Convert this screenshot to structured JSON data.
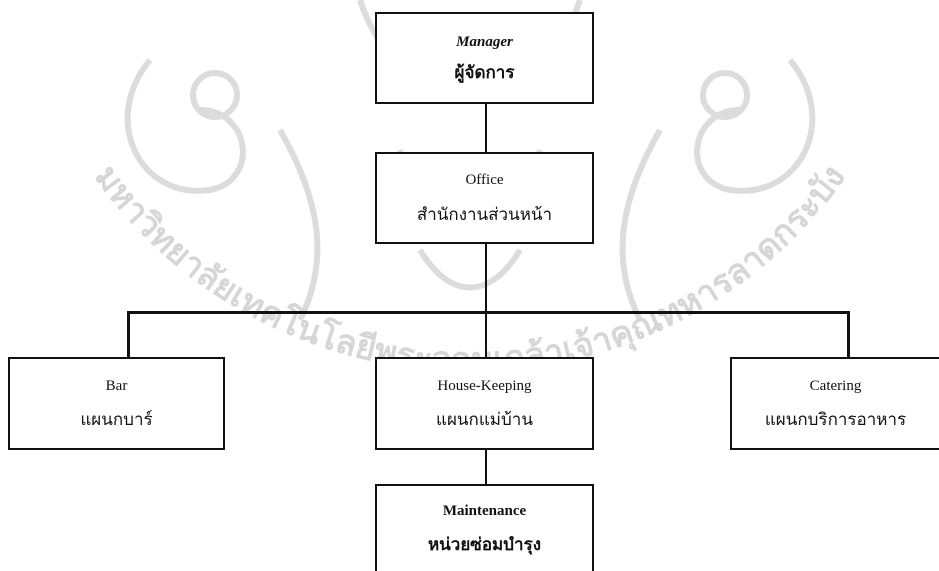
{
  "watermark": {
    "text": "มหาวิทยาลัยเทคโนโลยีพระจอมเกล้าเจ้าคุณทหารลาดกระบัง",
    "color": "#d6d6d6"
  },
  "chart": {
    "manager": {
      "en": "Manager",
      "th": "ผู้จัดการ"
    },
    "office": {
      "en": "Office",
      "th": "สำนักงานส่วนหน้า"
    },
    "bar": {
      "en": "Bar",
      "th": "แผนกบาร์"
    },
    "housekeeping": {
      "en": "House-Keeping",
      "th": "แผนกแม่บ้าน"
    },
    "catering": {
      "en": "Catering",
      "th": "แผนกบริการอาหาร"
    },
    "maintenance": {
      "en": "Maintenance",
      "th": "หน่วยซ่อมบำรุง"
    }
  },
  "colors": {
    "line": "#111111",
    "box_border": "#111111",
    "background": "#ffffff"
  }
}
